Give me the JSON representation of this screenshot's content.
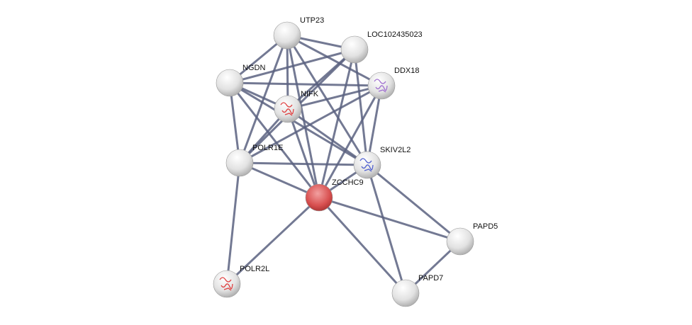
{
  "network": {
    "nodes": [
      {
        "id": "UTP23",
        "label": "UTP23",
        "query": false,
        "structure": false
      },
      {
        "id": "LOC102435023",
        "label": "LOC102435023",
        "query": false,
        "structure": false
      },
      {
        "id": "NGDN",
        "label": "NGDN",
        "query": false,
        "structure": false
      },
      {
        "id": "DDX18",
        "label": "DDX18",
        "query": false,
        "structure": true,
        "structure_color": "#a070d0"
      },
      {
        "id": "NIFK",
        "label": "NIFK",
        "query": false,
        "structure": true,
        "structure_color": "#e04040"
      },
      {
        "id": "POLR1E",
        "label": "POLR1E",
        "query": false,
        "structure": false
      },
      {
        "id": "SKIV2L2",
        "label": "SKIV2L2",
        "query": false,
        "structure": true,
        "structure_color": "#5060d0"
      },
      {
        "id": "ZCCHC9",
        "label": "ZCCHC9",
        "query": true,
        "structure": false
      },
      {
        "id": "PAPD5",
        "label": "PAPD5",
        "query": false,
        "structure": false
      },
      {
        "id": "POLR2L",
        "label": "POLR2L",
        "query": false,
        "structure": true,
        "structure_color": "#e04040"
      },
      {
        "id": "PAPD7",
        "label": "PAPD7",
        "query": false,
        "structure": false
      }
    ],
    "edges": [
      [
        "UTP23",
        "NGDN"
      ],
      [
        "UTP23",
        "LOC102435023"
      ],
      [
        "UTP23",
        "DDX18"
      ],
      [
        "UTP23",
        "NIFK"
      ],
      [
        "UTP23",
        "POLR1E"
      ],
      [
        "UTP23",
        "SKIV2L2"
      ],
      [
        "UTP23",
        "ZCCHC9"
      ],
      [
        "LOC102435023",
        "NGDN"
      ],
      [
        "LOC102435023",
        "NIFK"
      ],
      [
        "LOC102435023",
        "POLR1E"
      ],
      [
        "LOC102435023",
        "SKIV2L2"
      ],
      [
        "LOC102435023",
        "ZCCHC9"
      ],
      [
        "NGDN",
        "DDX18"
      ],
      [
        "NGDN",
        "NIFK"
      ],
      [
        "NGDN",
        "POLR1E"
      ],
      [
        "NGDN",
        "ZCCHC9"
      ],
      [
        "NGDN",
        "SKIV2L2"
      ],
      [
        "DDX18",
        "NIFK"
      ],
      [
        "DDX18",
        "POLR1E"
      ],
      [
        "DDX18",
        "SKIV2L2"
      ],
      [
        "DDX18",
        "ZCCHC9"
      ],
      [
        "NIFK",
        "POLR1E"
      ],
      [
        "NIFK",
        "ZCCHC9"
      ],
      [
        "NIFK",
        "SKIV2L2"
      ],
      [
        "POLR1E",
        "SKIV2L2"
      ],
      [
        "POLR1E",
        "ZCCHC9"
      ],
      [
        "POLR1E",
        "POLR2L"
      ],
      [
        "SKIV2L2",
        "ZCCHC9"
      ],
      [
        "SKIV2L2",
        "PAPD5"
      ],
      [
        "SKIV2L2",
        "PAPD7"
      ],
      [
        "ZCCHC9",
        "PAPD5"
      ],
      [
        "ZCCHC9",
        "PAPD7"
      ],
      [
        "ZCCHC9",
        "POLR2L"
      ],
      [
        "PAPD5",
        "PAPD7"
      ]
    ],
    "colors": {
      "edge": "#5a6280",
      "node": "#e8e8e8",
      "query_node": "#d84a4a"
    }
  }
}
